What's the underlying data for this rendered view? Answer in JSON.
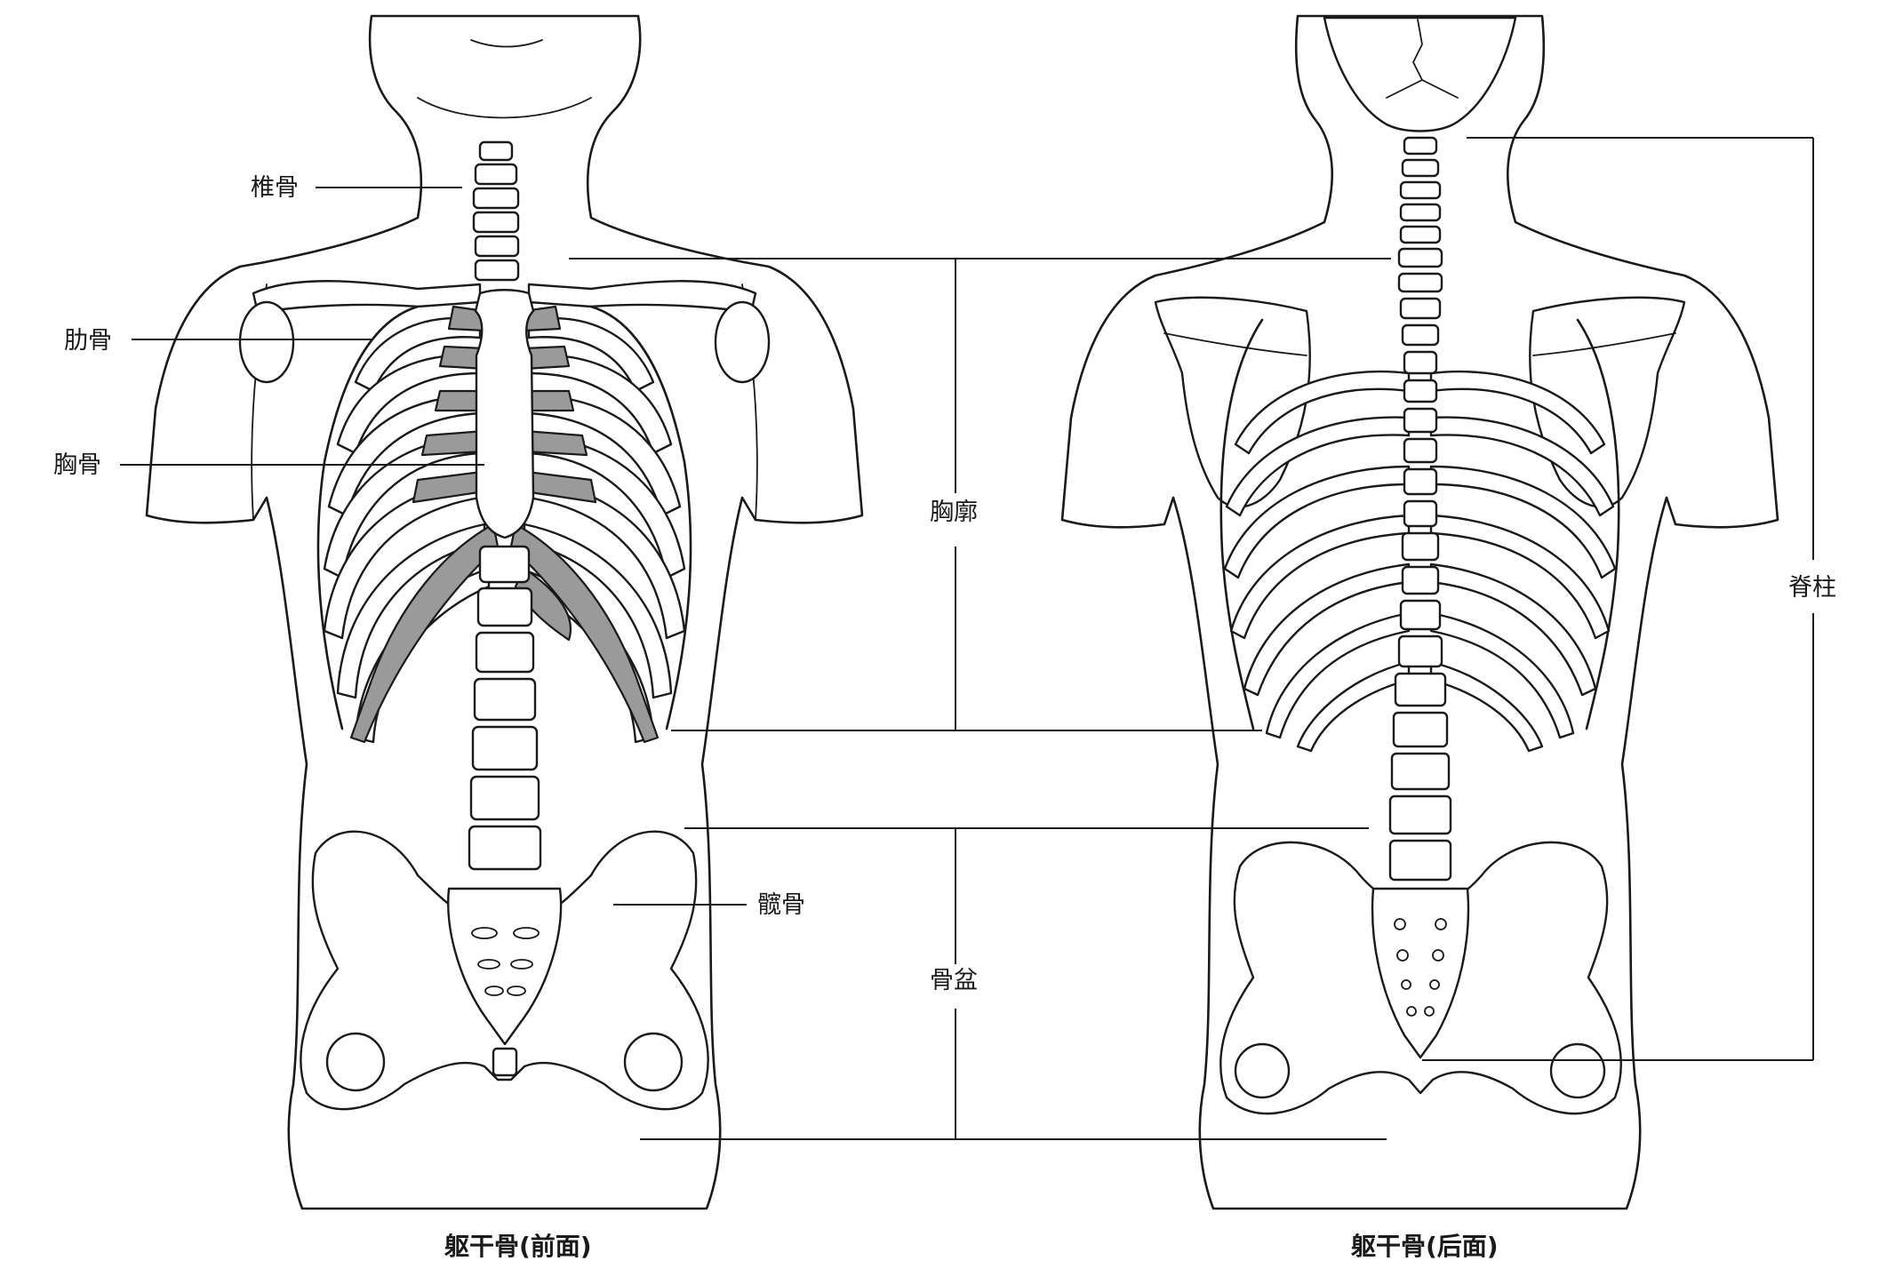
{
  "labels": {
    "vertebra": "椎骨",
    "rib": "肋骨",
    "sternum": "胸骨",
    "ilium": "髋骨",
    "thorax": "胸廓",
    "pelvis": "骨盆",
    "spine": "脊柱"
  },
  "captions": {
    "front": "躯干骨(前面)",
    "back": "躯干骨(后面)"
  },
  "colors": {
    "ink": "#1a1a1a",
    "cartilage": "#9a9a9a",
    "background": "#ffffff"
  }
}
